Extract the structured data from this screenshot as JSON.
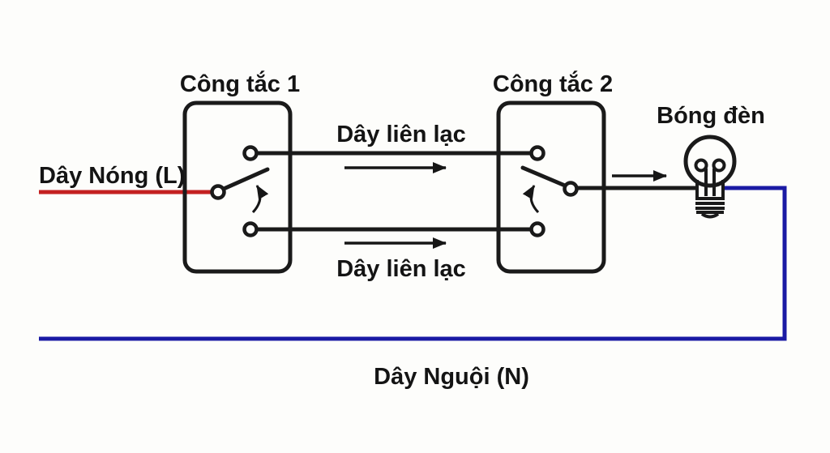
{
  "diagram": {
    "labels": {
      "switch1": "Công tắc 1",
      "switch2": "Công tắc 2",
      "bulb": "Bóng đèn",
      "hot_wire": "Dây Nóng (L)",
      "traveler_top": "Dây liên lạc",
      "traveler_bottom": "Dây liên lạc",
      "neutral_wire": "Dây Nguội (N)"
    },
    "colors": {
      "hot_wire": "#c42121",
      "neutral_wire": "#1a1aa4",
      "line": "#1a1a1a",
      "background": "#fdfdfb"
    }
  }
}
